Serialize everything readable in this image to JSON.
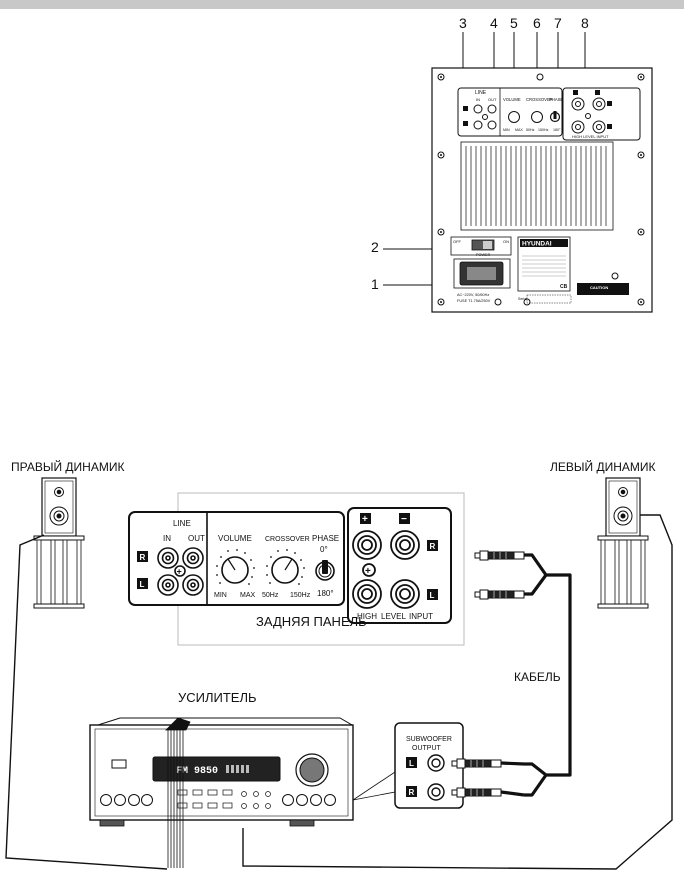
{
  "top_panel": {
    "callouts": [
      "3",
      "4",
      "5",
      "6",
      "7",
      "8",
      "2",
      "1"
    ],
    "line_label": "LINE",
    "in_label": "IN",
    "out_label": "OUT",
    "volume_label": "VOLUME",
    "crossover_label": "CROSSOVER",
    "phase_label": "PHASE",
    "min_label": "MIN",
    "max_label": "MAX",
    "hz50_label": "50Hz",
    "hz150_label": "150Hz",
    "deg180_label": "180°",
    "high_level_input_label": "HIGH LEVEL INPUT",
    "off_label": "OFF",
    "on_label": "ON",
    "power_label": "POWER",
    "ac_line1": "AC~220V, 50/60Hz",
    "ac_line2": "FUSE T1.75A/250V",
    "brand": "HYUNDAI",
    "caution": "CAUTION",
    "ce_cb": "CB",
    "serial_label": "Serial"
  },
  "diagram": {
    "right_speaker_label": "ПРАВЫЙ ДИНАМИК",
    "left_speaker_label": "ЛЕВЫЙ ДИНАМИК",
    "line_label": "LINE",
    "in_label": "IN",
    "out_label": "OUT",
    "volume_label": "VOLUME",
    "crossover_label": "CROSSOVER",
    "phase_label": "PHASE",
    "deg0_label": "0°",
    "deg180_label": "180°",
    "min_label": "MIN",
    "max_label": "MAX",
    "hz50_label": "50Hz",
    "hz150_label": "150Hz",
    "r_label": "R",
    "l_label": "L",
    "plus_label": "+",
    "minus_label": "−",
    "high_label": "HIGH",
    "level_label": "LEVEL",
    "input_label": "INPUT",
    "rear_panel_label": "ЗАДНЯЯ ПАНЕЛЬ",
    "cable_label": "КАБЕЛЬ",
    "amplifier_label": "УСИЛИТЕЛЬ",
    "subwoofer_label_1": "SUBWOOFER",
    "subwoofer_label_2": "OUTPUT",
    "display_text": "FM 9850"
  }
}
